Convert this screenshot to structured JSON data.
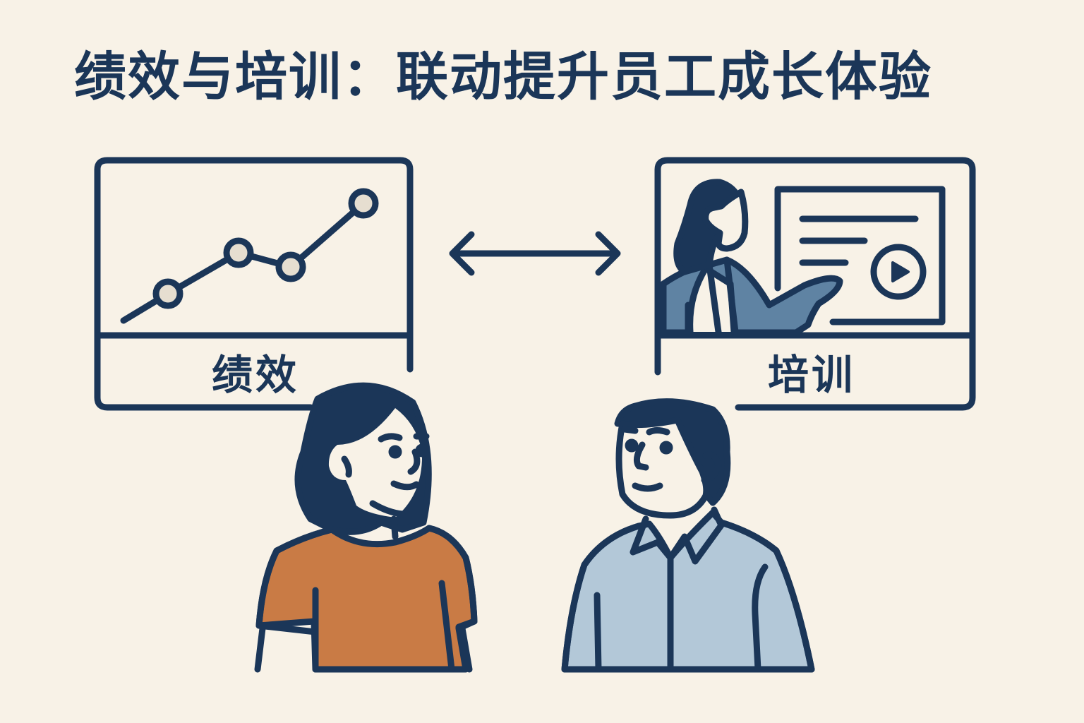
{
  "title": "绩效与培训：联动提升员工成长体验",
  "panels": {
    "performance": {
      "label": "绩效",
      "icon": "line-chart-icon"
    },
    "training": {
      "label": "培训",
      "icon": "presenter-with-screen-icon"
    }
  },
  "connector": {
    "icon": "double-arrow-icon"
  },
  "people": [
    {
      "role": "employee-woman",
      "shirt_color": "#c97b45"
    },
    {
      "role": "employee-man",
      "shirt_color": "#b3c8d8"
    }
  ],
  "colors": {
    "background": "#f8f2e7",
    "ink": "#1b3658",
    "dot_fill": "#e6ded0",
    "presenter_jacket": "#5f83a3",
    "woman_shirt": "#c97b45",
    "man_shirt": "#b3c8d8"
  }
}
